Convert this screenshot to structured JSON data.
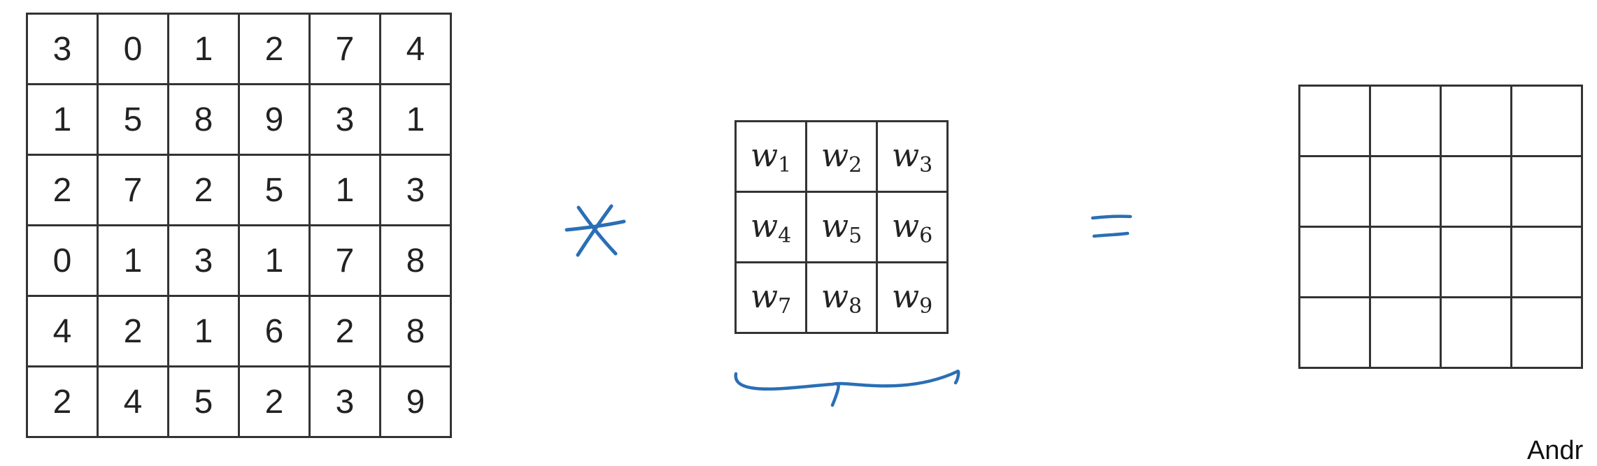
{
  "input_matrix": {
    "rows": [
      [
        "3",
        "0",
        "1",
        "2",
        "7",
        "4"
      ],
      [
        "1",
        "5",
        "8",
        "9",
        "3",
        "1"
      ],
      [
        "2",
        "7",
        "2",
        "5",
        "1",
        "3"
      ],
      [
        "0",
        "1",
        "3",
        "1",
        "7",
        "8"
      ],
      [
        "4",
        "2",
        "1",
        "6",
        "2",
        "8"
      ],
      [
        "2",
        "4",
        "5",
        "2",
        "3",
        "9"
      ]
    ]
  },
  "filter_matrix": {
    "rows": [
      [
        {
          "base": "w",
          "sub": "1"
        },
        {
          "base": "w",
          "sub": "2"
        },
        {
          "base": "w",
          "sub": "3"
        }
      ],
      [
        {
          "base": "w",
          "sub": "4"
        },
        {
          "base": "w",
          "sub": "5"
        },
        {
          "base": "w",
          "sub": "6"
        }
      ],
      [
        {
          "base": "w",
          "sub": "7"
        },
        {
          "base": "w",
          "sub": "8"
        },
        {
          "base": "w",
          "sub": "9"
        }
      ]
    ]
  },
  "output_matrix": {
    "rows": 4,
    "cols": 4
  },
  "handwriting": {
    "color": "#2a6fb5",
    "icons": [
      "convolution-star-icon",
      "equals-sign-icon",
      "brace-icon"
    ]
  },
  "watermark": {
    "text": "Andr"
  }
}
